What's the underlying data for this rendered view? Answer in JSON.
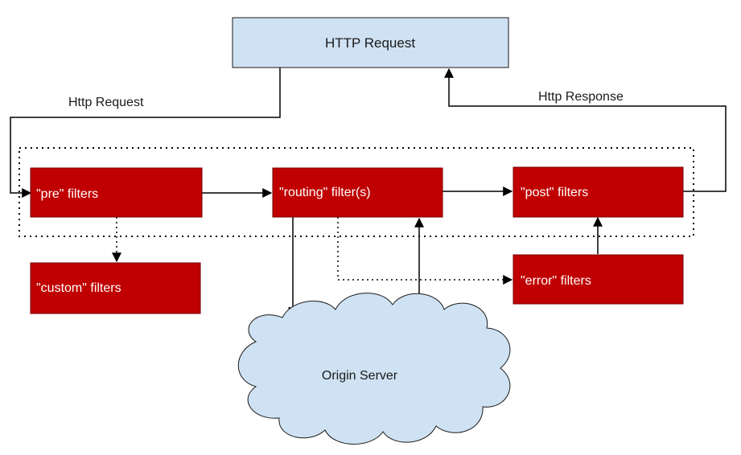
{
  "nodes": {
    "http_request": "HTTP Request",
    "pre": "\"pre\" filters",
    "routing": "\"routing\" filter(s)",
    "post": "\"post\" filters",
    "custom": "\"custom\" filters",
    "error": "\"error\" filters",
    "origin": "Origin Server"
  },
  "edges": {
    "request_label": "Http Request",
    "response_label": "Http Response"
  },
  "colors": {
    "filter_fill": "#c00000",
    "filter_stroke": "#7a0000",
    "request_fill": "#cfe2f3",
    "cloud_fill": "#cfe2f3",
    "line": "#000000"
  }
}
